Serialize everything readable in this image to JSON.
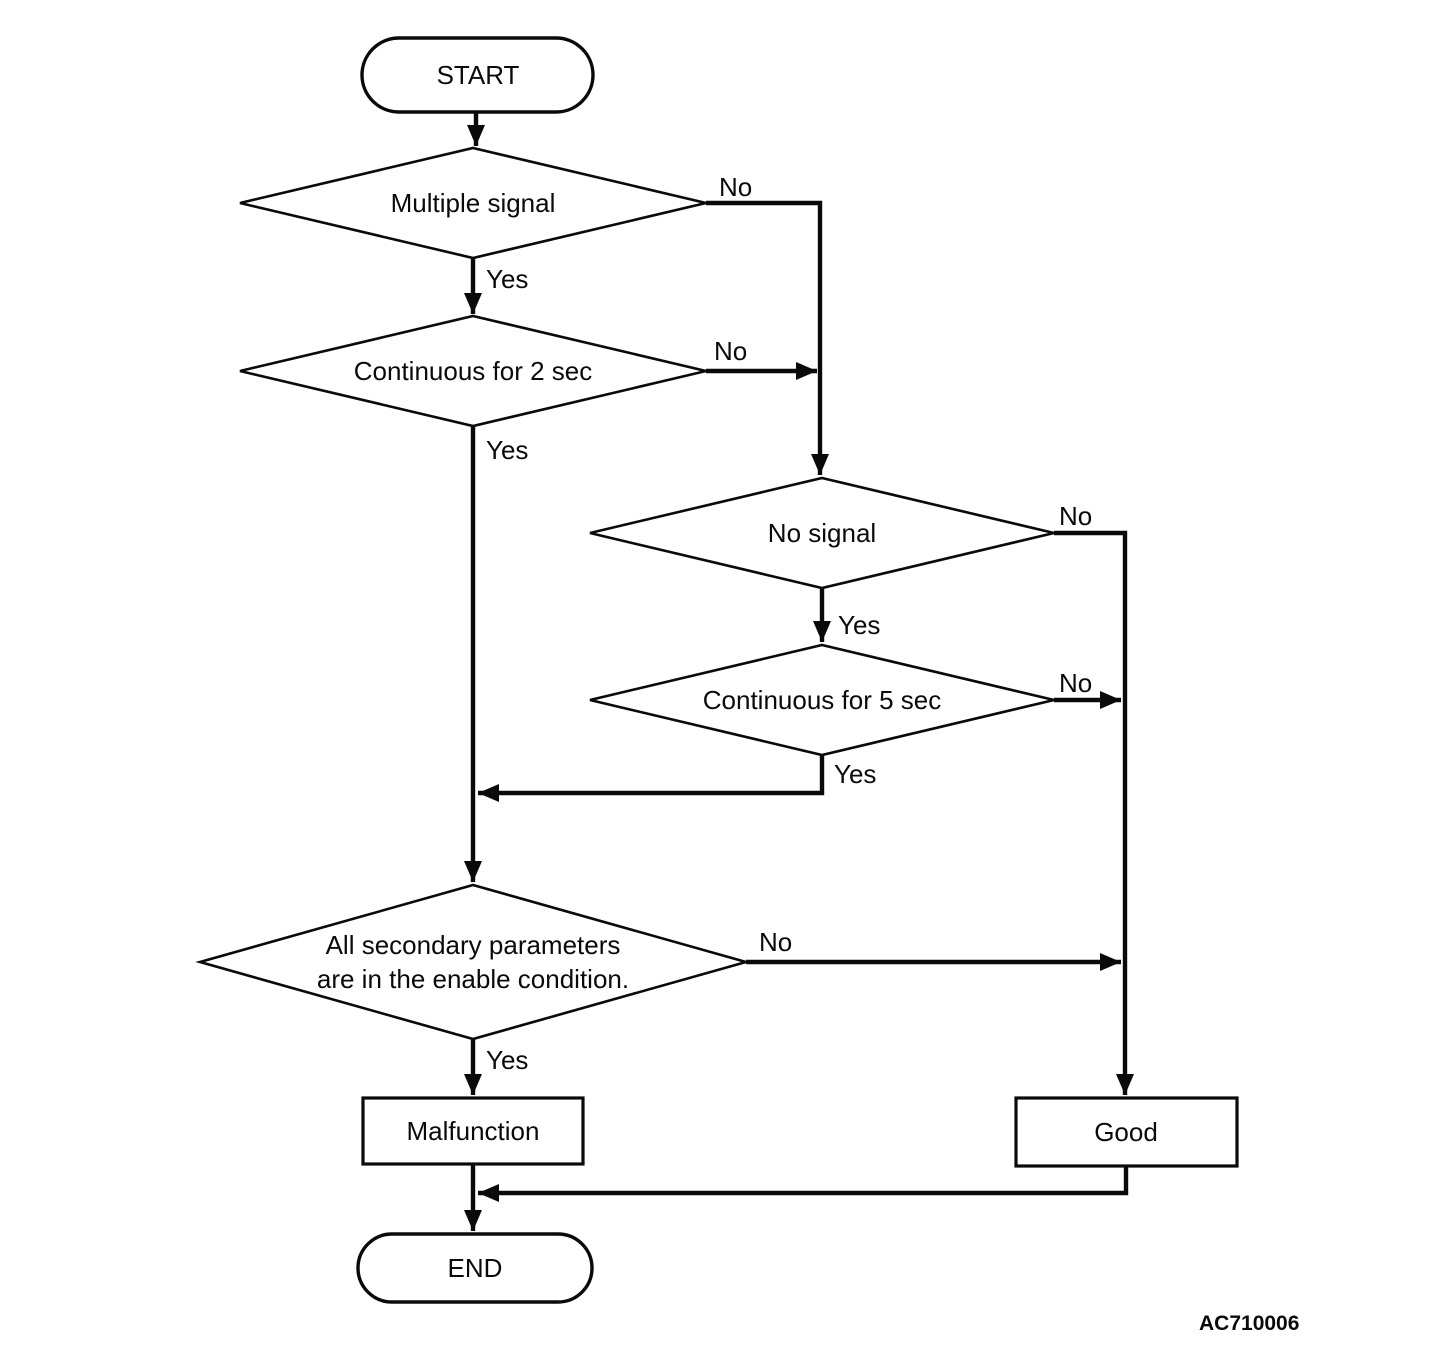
{
  "figure": {
    "code": "AC710006"
  },
  "colors": {
    "line": "#000000",
    "background": "#ffffff",
    "text": "#000000"
  },
  "flowchart": {
    "nodes": {
      "start": {
        "type": "terminator",
        "label": "START"
      },
      "multiple_signal": {
        "type": "decision",
        "label": "Multiple signal"
      },
      "continuous_2sec": {
        "type": "decision",
        "label": "Continuous for 2 sec"
      },
      "no_signal": {
        "type": "decision",
        "label": "No signal"
      },
      "continuous_5sec": {
        "type": "decision",
        "label": "Continuous for 5 sec"
      },
      "secondary_parameters": {
        "type": "decision",
        "label_line1": "All secondary parameters",
        "label_line2": "are in the enable condition."
      },
      "malfunction": {
        "type": "process",
        "label": "Malfunction"
      },
      "good": {
        "type": "process",
        "label": "Good"
      },
      "end": {
        "type": "terminator",
        "label": "END"
      }
    },
    "edge_labels": {
      "yes": "Yes",
      "no": "No"
    },
    "edges": [
      {
        "from": "start",
        "to": "multiple_signal",
        "label": ""
      },
      {
        "from": "multiple_signal",
        "to": "continuous_2sec",
        "label": "Yes"
      },
      {
        "from": "multiple_signal",
        "to": "no_signal",
        "label": "No"
      },
      {
        "from": "continuous_2sec",
        "to": "secondary_parameters",
        "label": "Yes"
      },
      {
        "from": "continuous_2sec",
        "to": "no_signal",
        "label": "No"
      },
      {
        "from": "no_signal",
        "to": "continuous_5sec",
        "label": "Yes"
      },
      {
        "from": "no_signal",
        "to": "good",
        "label": "No"
      },
      {
        "from": "continuous_5sec",
        "to": "secondary_parameters",
        "label": "Yes"
      },
      {
        "from": "continuous_5sec",
        "to": "good",
        "label": "No"
      },
      {
        "from": "secondary_parameters",
        "to": "malfunction",
        "label": "Yes"
      },
      {
        "from": "secondary_parameters",
        "to": "good",
        "label": "No"
      },
      {
        "from": "malfunction",
        "to": "end",
        "label": ""
      },
      {
        "from": "good",
        "to": "end",
        "label": ""
      }
    ]
  }
}
